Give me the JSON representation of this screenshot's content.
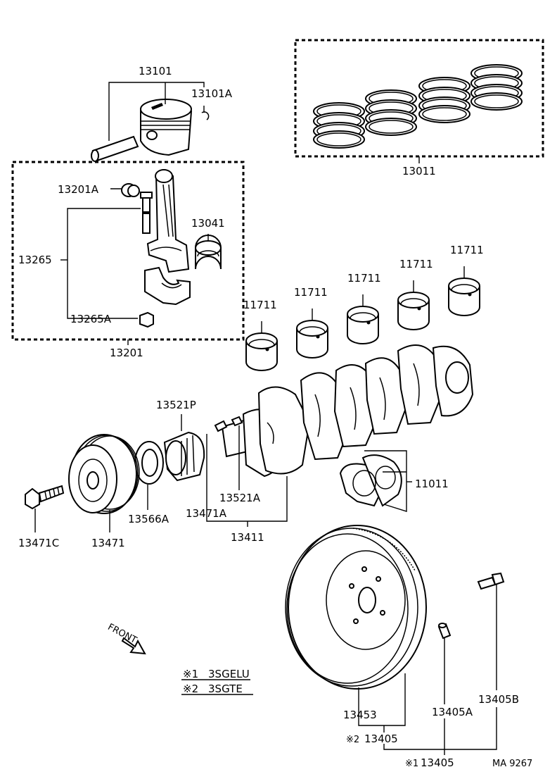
{
  "labels": {
    "piston": "13101",
    "piston_pin_snap": "13101A",
    "ring_set": "13011",
    "rod_bushing": "13201A",
    "rod_bolt": "13265",
    "rod_nut": "13265A",
    "rod_assembly": "13201",
    "rod_bearing": "13041",
    "main_bearing_1": "11711",
    "main_bearing_2": "11711",
    "main_bearing_3": "11711",
    "main_bearing_4": "11711",
    "main_bearing_5": "11711",
    "timing_pulley": "13521P",
    "pulley_key": "13521A",
    "crank_key": "13471A",
    "crankshaft": "13411",
    "thrust_washer": "11011",
    "oil_seal": "13566A",
    "crank_pulley": "13471",
    "pulley_bolt": "13471C",
    "ring_gear": "13453",
    "flywheel_2": "13405",
    "flywheel_2_mark": "※2",
    "flywheel_1": "13405",
    "flywheel_1_mark": "※1",
    "flywheel_pin": "13405A",
    "flywheel_bolt": "13405B",
    "front": "FRONT",
    "drawing_number": "MA 9267"
  },
  "legend": [
    {
      "mark": "※1",
      "text": "3SGELU"
    },
    {
      "mark": "※2",
      "text": "3SGTE"
    }
  ]
}
